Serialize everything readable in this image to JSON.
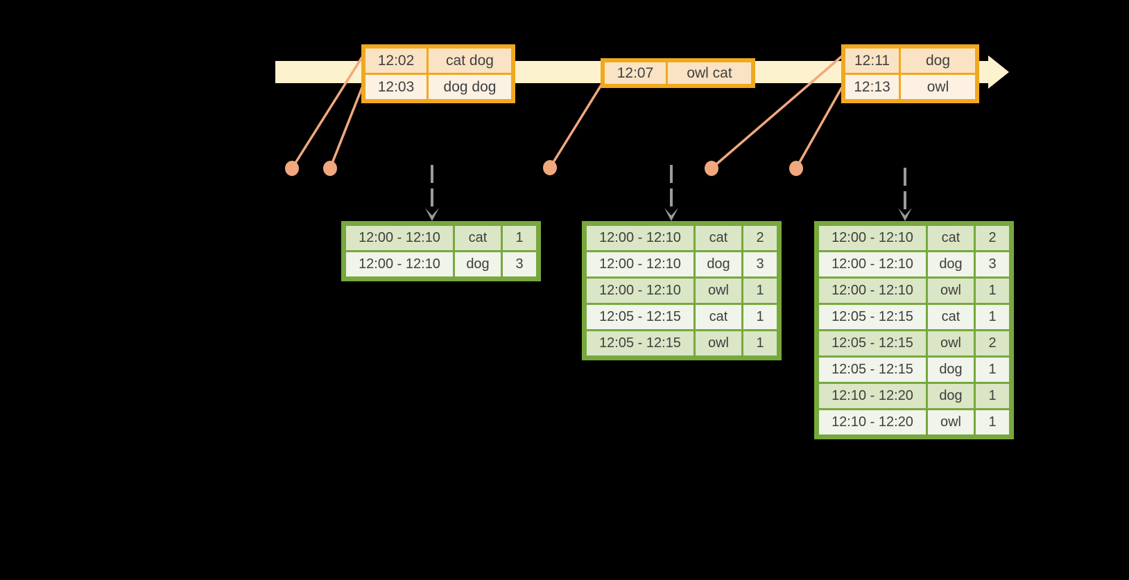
{
  "diagram": {
    "kind": "streaming-windowed-aggregation",
    "background": "#000000"
  },
  "colors": {
    "timeline_fill": "#fcf2cd",
    "event_table_border": "#f0a81e",
    "event_row_dark": "#fae3c4",
    "event_row_light": "#fcf1e3",
    "connector_salmon": "#f1a87e",
    "trigger_arrow_gray": "#9c9c9c",
    "result_table_border": "#77a83e",
    "result_row_dark": "#dae6c5",
    "result_row_light": "#f0f4ea",
    "cell_text": "#3f3f3f"
  },
  "event_tables": [
    {
      "rows": [
        [
          "12:02",
          "cat dog"
        ],
        [
          "12:03",
          "dog dog"
        ]
      ]
    },
    {
      "rows": [
        [
          "12:07",
          "owl cat"
        ]
      ]
    },
    {
      "rows": [
        [
          "12:11",
          "dog"
        ],
        [
          "12:13",
          "owl"
        ]
      ]
    }
  ],
  "result_tables": [
    {
      "rows": [
        [
          "12:00 - 12:10",
          "cat",
          "1"
        ],
        [
          "12:00 - 12:10",
          "dog",
          "3"
        ]
      ]
    },
    {
      "rows": [
        [
          "12:00 - 12:10",
          "cat",
          "2"
        ],
        [
          "12:00 - 12:10",
          "dog",
          "3"
        ],
        [
          "12:00 - 12:10",
          "owl",
          "1"
        ],
        [
          "12:05 - 12:15",
          "cat",
          "1"
        ],
        [
          "12:05 - 12:15",
          "owl",
          "1"
        ]
      ]
    },
    {
      "rows": [
        [
          "12:00 - 12:10",
          "cat",
          "2"
        ],
        [
          "12:00 - 12:10",
          "dog",
          "3"
        ],
        [
          "12:00 - 12:10",
          "owl",
          "1"
        ],
        [
          "12:05 - 12:15",
          "cat",
          "1"
        ],
        [
          "12:05 - 12:15",
          "owl",
          "2"
        ],
        [
          "12:05 - 12:15",
          "dog",
          "1"
        ],
        [
          "12:10 - 12:20",
          "dog",
          "1"
        ],
        [
          "12:10 - 12:20",
          "owl",
          "1"
        ]
      ]
    }
  ]
}
